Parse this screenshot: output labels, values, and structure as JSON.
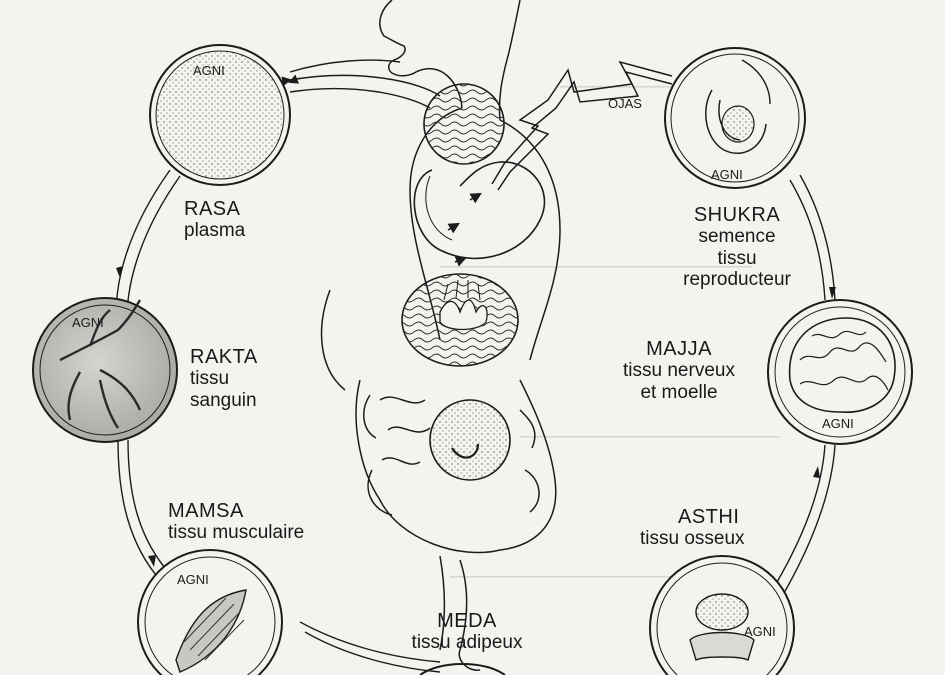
{
  "diagram": {
    "tissues": {
      "rasa": {
        "name": "RASA",
        "desc": [
          "plasma"
        ]
      },
      "rakta": {
        "name": "RAKTA",
        "desc": [
          "tissu",
          "sanguin"
        ]
      },
      "mamsa": {
        "name": "MAMSA",
        "desc": [
          "tissu musculaire"
        ]
      },
      "meda": {
        "name": "MEDA",
        "desc": [
          "tissu adipeux"
        ]
      },
      "asthi": {
        "name": "ASTHI",
        "desc": [
          "tissu osseux"
        ]
      },
      "majja": {
        "name": "MAJJA",
        "desc": [
          "tissu nerveux",
          "et moelle"
        ]
      },
      "shukra": {
        "name": "SHUKRA",
        "desc": [
          "semence",
          "tissu",
          "reproducteur"
        ]
      }
    },
    "agni_label": "AGNI",
    "ojas_label": "OJAS"
  },
  "colors": {
    "ink": "#1c1c1c",
    "paper": "#f4f3ef",
    "bleed": "#b9b7b0"
  }
}
